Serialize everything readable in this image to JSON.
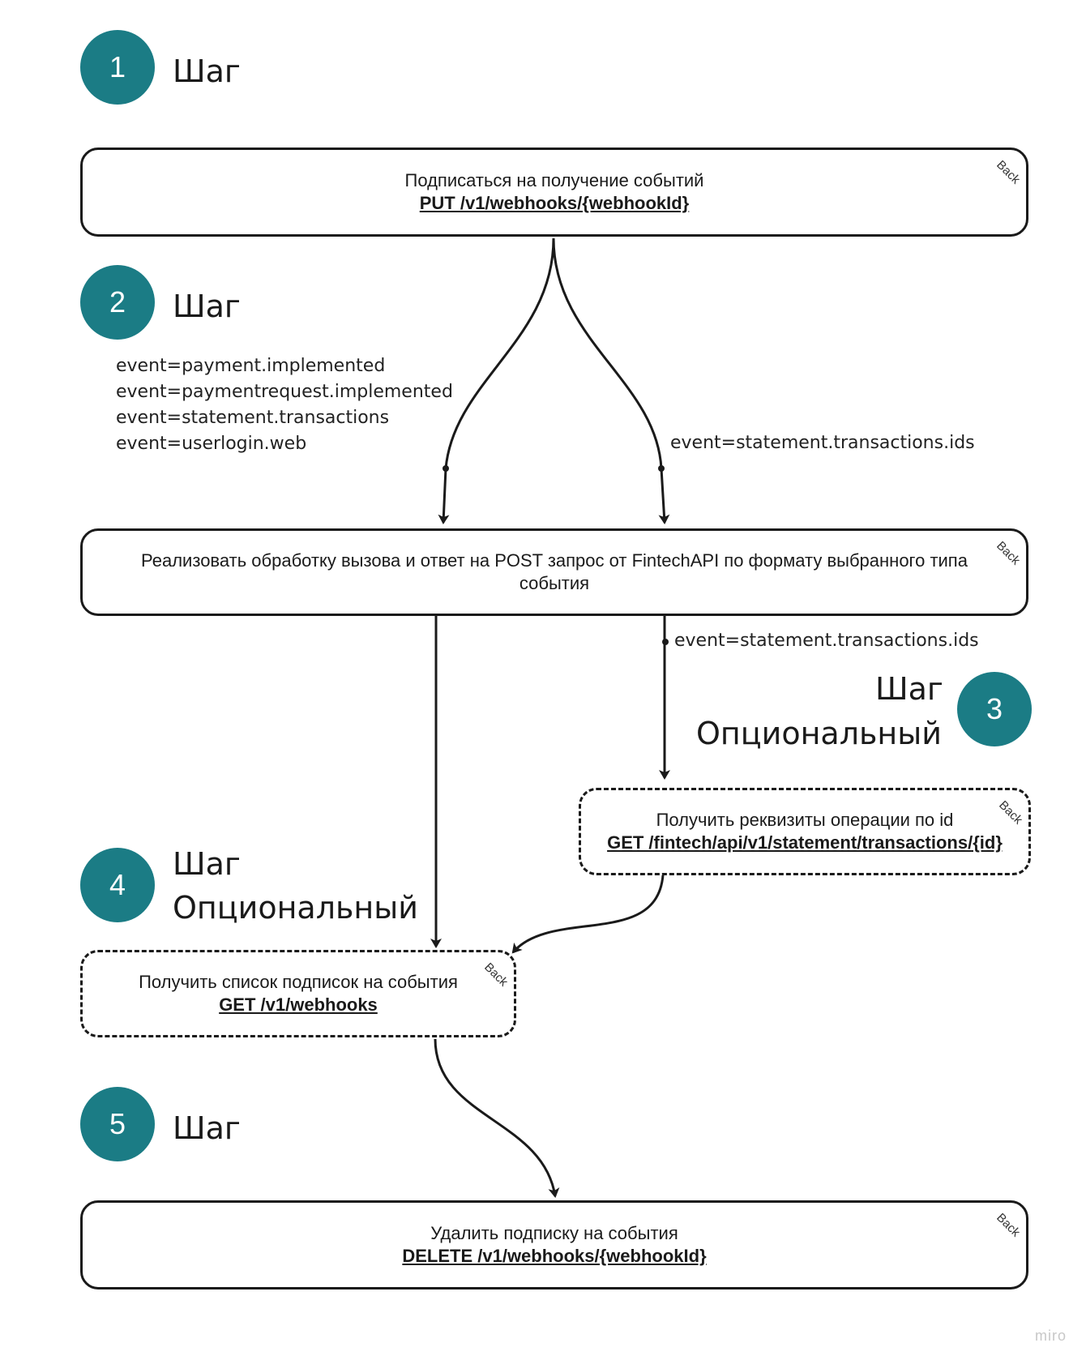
{
  "colors": {
    "badge": "#1b7c85",
    "line": "#1a1a1a"
  },
  "steps": [
    {
      "number": "1",
      "label": "Шаг",
      "sublabel": ""
    },
    {
      "number": "2",
      "label": "Шаг",
      "sublabel": ""
    },
    {
      "number": "3",
      "label": "Шаг",
      "sublabel": "Опциональный"
    },
    {
      "number": "4",
      "label": "Шаг",
      "sublabel": "Опциональный"
    },
    {
      "number": "5",
      "label": "Шаг",
      "sublabel": ""
    }
  ],
  "boxes": {
    "subscribe": {
      "text": "Подписаться на получение событий",
      "endpoint": "PUT /v1/webhooks/{webhookId}",
      "tag": "Back"
    },
    "handle": {
      "text": "Реализовать обработку вызова и ответ на POST запрос от FintechAPI по формату выбранного типа события",
      "tag": "Back"
    },
    "details": {
      "text": "Получить реквизиты операции по id",
      "endpoint": "GET /fintech/api/v1/statement/transactions/{id}",
      "tag": "Back"
    },
    "list": {
      "text": "Получить список подписок на события",
      "endpoint": "GET /v1/webhooks",
      "tag": "Back"
    },
    "delete": {
      "text": "Удалить подписку на события",
      "endpoint": "DELETE /v1/webhooks/{webhookId}",
      "tag": "Back"
    }
  },
  "events_left": [
    "event=payment.implemented",
    "event=paymentrequest.implemented",
    "event=statement.transactions",
    "event=userlogin.web"
  ],
  "event_right": "event=statement.transactions.ids",
  "event_lower": "event=statement.transactions.ids",
  "brand": "miro"
}
